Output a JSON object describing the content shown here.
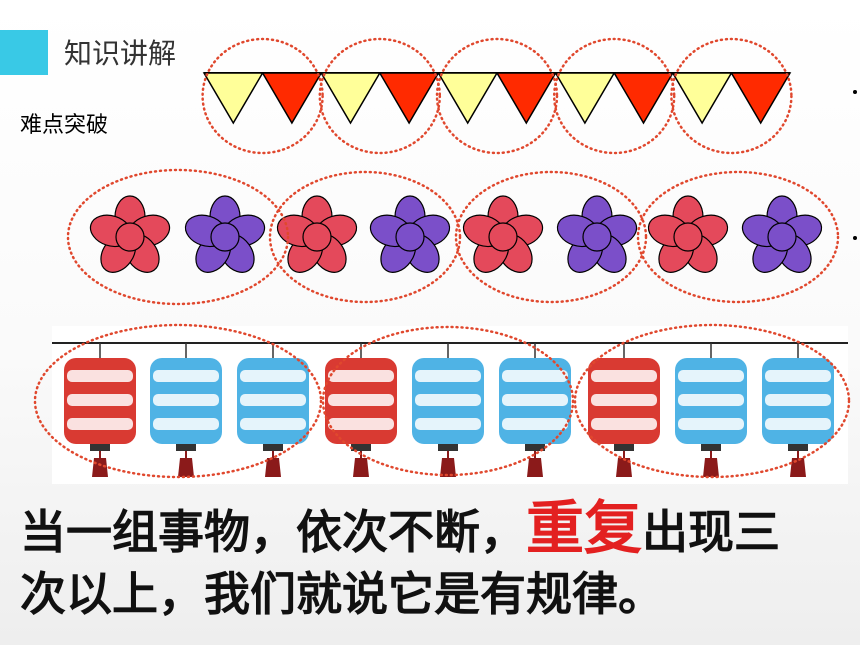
{
  "header": {
    "title": "知识讲解",
    "subtitle": "难点突破"
  },
  "colors": {
    "accent": "#39c9e6",
    "flag_yellow": "#ffff99",
    "flag_red": "#ff2a00",
    "flower_red": "#e4495b",
    "flower_purple": "#7b4fc9",
    "lantern_red": "#d93a32",
    "lantern_blue": "#4fb3e5",
    "dotted_circle": "#e0482e",
    "highlight": "#e32020"
  },
  "rows": {
    "flags": {
      "groups": 5,
      "pattern": [
        "yellow-triangle-flag",
        "red-triangle-flag"
      ]
    },
    "flowers": {
      "groups": 4,
      "pattern": [
        "red-flower",
        "purple-flower"
      ]
    },
    "lanterns": {
      "groups": 3,
      "pattern": [
        "red-lantern",
        "blue-lantern",
        "blue-lantern"
      ]
    }
  },
  "message": {
    "line1_before": "当一组事物，依次不断，",
    "line1_highlight": "重复",
    "line1_after": "出现三",
    "line2": "次以上，我们就说它是有规律。"
  }
}
